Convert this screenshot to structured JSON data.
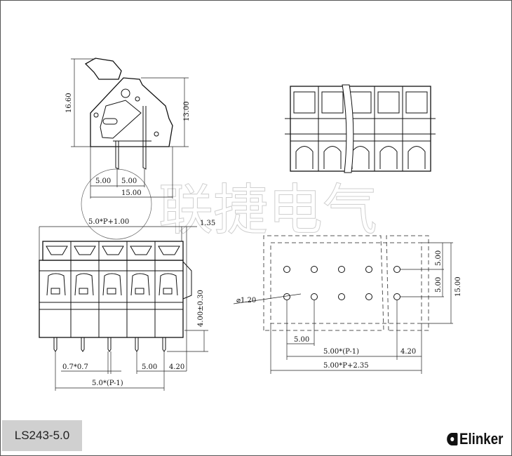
{
  "watermark": "联捷电气",
  "side_view": {
    "height_total": "16.60",
    "height_body": "13.00",
    "pitch_a": "5.00",
    "pitch_b": "5.00",
    "depth": "15.00"
  },
  "front_view": {
    "width": "5.0*P+1.00",
    "offset_right": "1.35",
    "pin_length": "4.00±0.30",
    "pin_section": "0.7*0.7",
    "pitch": "5.00",
    "edge": "4.20",
    "span": "5.0*(P-1)"
  },
  "pcb_layout": {
    "hole_diameter": "⌀1.20",
    "row_pitch_a": "5.00",
    "row_pitch_b": "5.00",
    "depth": "15.00",
    "pitch": "5.00",
    "span": "5.00*(P-1)",
    "edge": "4.20",
    "total_width": "5.00*P+2.35"
  },
  "footer": {
    "model": "LS243-5.0",
    "brand": "Elinker"
  }
}
